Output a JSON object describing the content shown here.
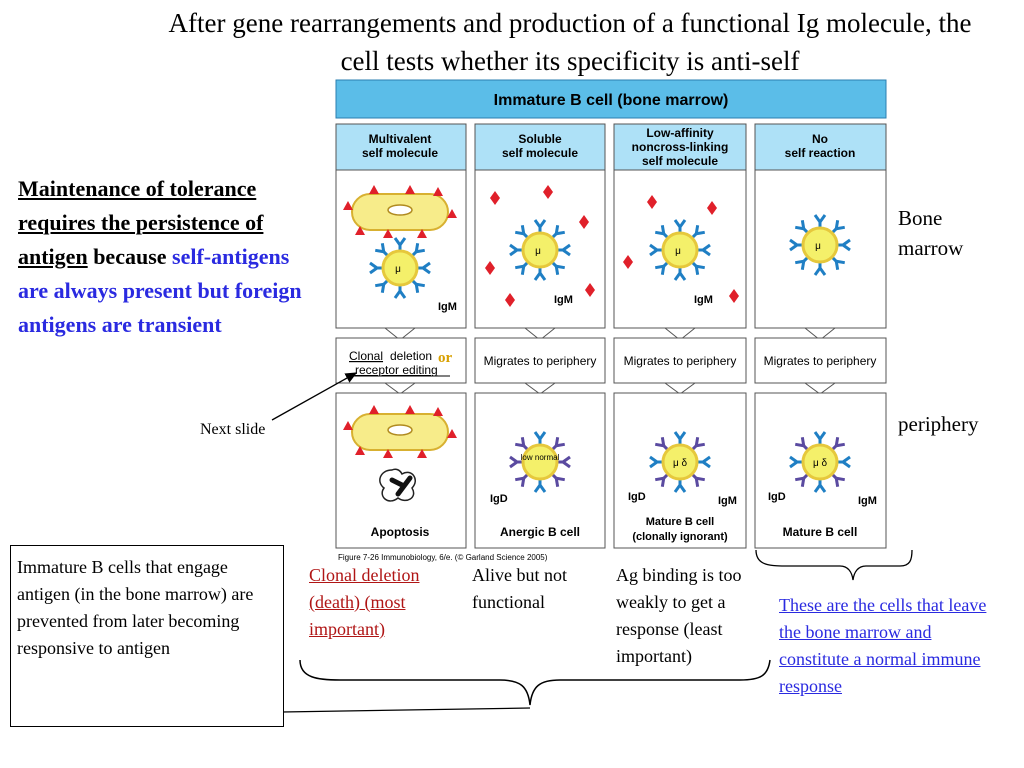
{
  "title": "After gene rearrangements and production of a functional Ig molecule, the cell tests whether its specificity is anti-self",
  "tolerance": {
    "underlined": "Maintenance of tolerance requires the persistence of antigen",
    "because": "because",
    "blue": "self-antigens are always present but foreign antigens are transient"
  },
  "labels": {
    "bone_marrow": "Bone marrow",
    "periphery": "periphery",
    "next_slide": "Next slide"
  },
  "figure": {
    "header": "Immature B cell (bone marrow)",
    "columns": [
      {
        "heading": [
          "Multivalent",
          "self molecule"
        ],
        "bone_label": "IgM",
        "mid": [
          "Clonal",
          "deletion",
          "receptor editing"
        ],
        "mid_or": "or",
        "outcome": [
          "Apoptosis"
        ]
      },
      {
        "heading": [
          "Soluble",
          "self molecule"
        ],
        "bone_label": "IgM",
        "mid": [
          "Migrates to periphery"
        ],
        "periphery_labels": [
          "IgD"
        ],
        "outcome": [
          "Anergic B cell"
        ]
      },
      {
        "heading": [
          "Low-affinity",
          "noncross-linking",
          "self molecule"
        ],
        "bone_label": "IgM",
        "mid": [
          "Migrates to periphery"
        ],
        "periphery_labels": [
          "IgD",
          "IgM"
        ],
        "outcome": [
          "Mature B cell",
          "(clonally ignorant)"
        ]
      },
      {
        "heading": [
          "No",
          "self reaction"
        ],
        "bone_label": "",
        "mid": [
          "Migrates to periphery"
        ],
        "periphery_labels": [
          "IgD",
          "IgM"
        ],
        "outcome": [
          "Mature B cell"
        ]
      }
    ],
    "cell_mu": "μ",
    "cell_mu_delta": "μ δ",
    "low_normal": "low normal",
    "caption": "Figure 7-26 Immunobiology, 6/e. (© Garland Science 2005)"
  },
  "bottom": {
    "box": "Immature B cells that engage antigen (in the bone marrow) are prevented from later becoming responsive to antigen",
    "clonal": "Clonal deletion (death) (most important)",
    "alive": "Alive but not functional",
    "ag": "Ag binding is too weakly to get a response (least important)",
    "these": "These are the cells that leave the bone marrow and constitute a normal immune response"
  },
  "colors": {
    "header_fill": "#5bbde8",
    "cell_fill": "#f4f06a",
    "cell_ring": "#e6c83c",
    "receptor": "#1f7fc4",
    "antigen": "#e0202a",
    "igd_receptor": "#5a4aa0",
    "blue_text": "#2a2ae0",
    "red_text": "#b01515"
  }
}
